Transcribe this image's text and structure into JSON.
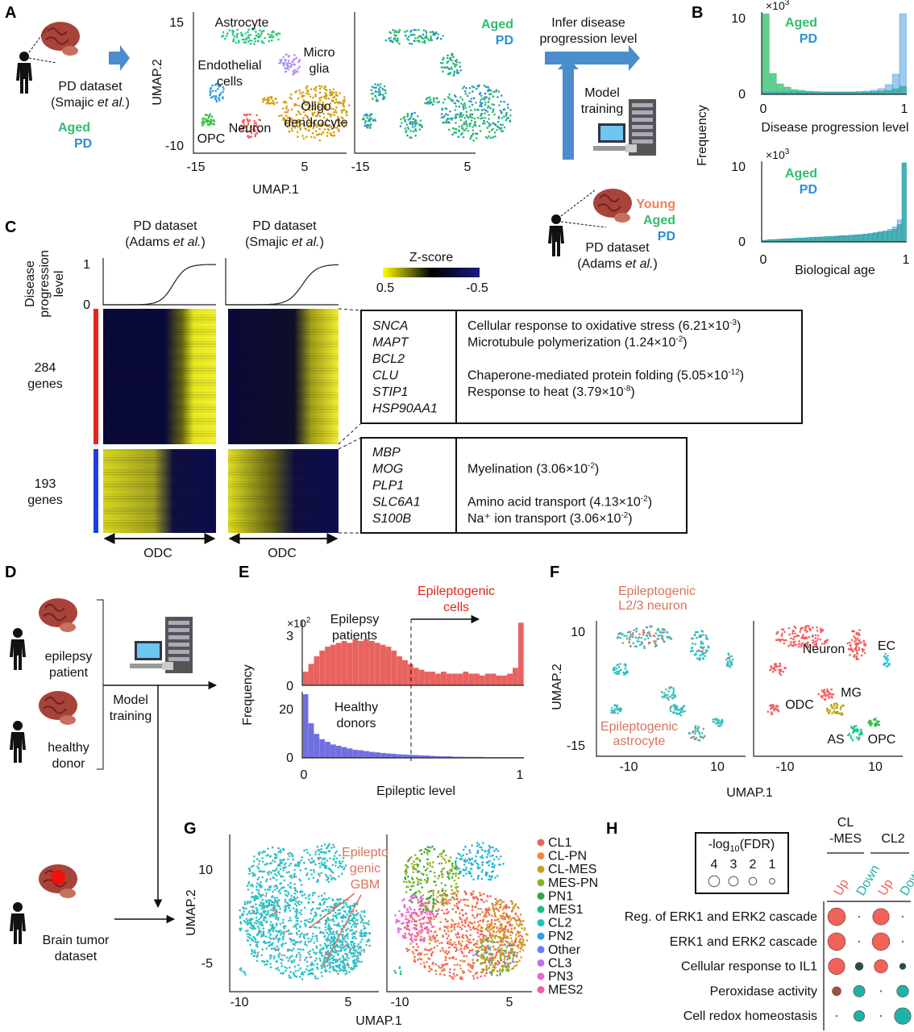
{
  "colors": {
    "aged": "#2dbe6c",
    "pd": "#2a8fd6",
    "young": "#f08060",
    "red": "#e8241c",
    "blue": "#1f3fe0",
    "up": "#f0625a",
    "down": "#1fb3a8",
    "epi": "#e8625e",
    "healthy": "#6f6fe0",
    "annot": "#d9735a"
  },
  "panels": {
    "a": "A",
    "b": "B",
    "c": "C",
    "d": "D",
    "e": "E",
    "f": "F",
    "g": "G",
    "h": "H"
  },
  "panel_a": {
    "dataset_line1": "PD dataset",
    "dataset_line2_pre": "(Smajic ",
    "dataset_line2_it": "et al.",
    "dataset_line2_post": ")",
    "aged": "Aged",
    "pd": "PD",
    "umap_y": "UMAP.2",
    "umap_x": "UMAP.1",
    "y_ticks": [
      "15",
      "-10"
    ],
    "x_ticks": [
      "-15",
      "5",
      "-15",
      "5"
    ],
    "clusters": [
      "Astrocyte",
      "Micro",
      "glia",
      "Endothelial",
      "cells",
      "Oligo",
      "dendrocyte",
      "Neuron",
      "OPC"
    ],
    "legend_aged": "Aged",
    "legend_pd": "PD",
    "infer_line1": "Infer disease",
    "infer_line2": "progression level",
    "model_line1": "Model",
    "model_line2": "training",
    "young": "Young",
    "aged2": "Aged",
    "pd2": "PD",
    "adams_line1": "PD dataset",
    "adams_pre": "(Adams ",
    "adams_it": "et al.",
    "adams_post": ")"
  },
  "panel_b": {
    "ylabel": "Frequency",
    "multiplier": "×10",
    "mult_exp": "3",
    "top": {
      "xlabel": "Disease progression level",
      "y_ticks": [
        "10",
        "0"
      ],
      "x_ticks": [
        "0",
        "1"
      ],
      "legend": [
        "Aged",
        "PD"
      ],
      "aged": [
        10,
        2.6,
        1.3,
        0.9,
        0.6,
        0.5,
        0.4,
        0.35,
        0.3,
        0.3,
        0.3,
        0.3,
        0.3,
        0.3,
        0.3,
        0.35,
        0.4,
        0.5,
        0.7,
        1.0
      ],
      "pd": [
        0.3,
        0.3,
        0.3,
        0.3,
        0.3,
        0.3,
        0.3,
        0.3,
        0.3,
        0.3,
        0.3,
        0.3,
        0.3,
        0.35,
        0.4,
        0.5,
        0.7,
        1.2,
        2.5,
        10
      ]
    },
    "bottom": {
      "xlabel": "Biological age",
      "y_ticks": [
        "10",
        "0"
      ],
      "x_ticks": [
        "0",
        "1"
      ],
      "legend": [
        "Aged",
        "PD"
      ],
      "aged": [
        0.2,
        0.3,
        0.3,
        0.35,
        0.4,
        0.4,
        0.45,
        0.5,
        0.5,
        0.55,
        0.6,
        0.6,
        0.65,
        0.7,
        0.7,
        0.75,
        0.8,
        0.8,
        0.85,
        0.9,
        0.9,
        1.0,
        1.0,
        1.1,
        1.2,
        1.3,
        1.4,
        1.6,
        2.2,
        10
      ],
      "pd": [
        0.2,
        0.25,
        0.3,
        0.3,
        0.35,
        0.4,
        0.4,
        0.45,
        0.5,
        0.5,
        0.55,
        0.6,
        0.6,
        0.65,
        0.7,
        0.7,
        0.75,
        0.8,
        0.85,
        0.9,
        0.95,
        1.0,
        1.1,
        1.2,
        1.3,
        1.4,
        1.6,
        1.9,
        2.8,
        10
      ]
    }
  },
  "panel_c": {
    "col1_line1": "PD dataset",
    "col1_pre": "(Adams ",
    "col1_it": "et al.",
    "col1_post": ")",
    "col2_line1": "PD dataset",
    "col2_pre": "(Smajic ",
    "col2_it": "et al.",
    "col2_post": ")",
    "ylabel": [
      "Disease",
      "progression",
      "level"
    ],
    "y_ticks": [
      "1",
      "0"
    ],
    "zscore": "Z-score",
    "z_ticks": [
      "0.5",
      "-0.5"
    ],
    "group1": [
      "284",
      "genes"
    ],
    "group2": [
      "193",
      "genes"
    ],
    "odc": "ODC",
    "table_up": {
      "genes": [
        "SNCA",
        "MAPT",
        "BCL2",
        "CLU",
        "STIP1",
        "HSP90AA1"
      ],
      "terms": [
        {
          "t": "Cellular response to oxidative stress (6.21×10",
          "e": "-3",
          "c": ")"
        },
        {
          "t": "Microtubule polymerization (1.24×10",
          "e": "-2",
          "c": ")"
        },
        {
          "t": "",
          "e": "",
          "c": ""
        },
        {
          "t": "Chaperone-mediated protein folding (5.05×10",
          "e": "-12",
          "c": ")"
        },
        {
          "t": "Response to heat (3.79×10",
          "e": "-8",
          "c": ")"
        }
      ]
    },
    "table_down": {
      "genes": [
        "MBP",
        "MOG",
        "PLP1",
        "SLC6A1",
        "S100B"
      ],
      "terms": [
        {
          "t": "",
          "e": "",
          "c": ""
        },
        {
          "t": "Myelination (3.06×10",
          "e": "-2",
          "c": ")"
        },
        {
          "t": "",
          "e": "",
          "c": ""
        },
        {
          "t": "Amino acid transport (4.13×10",
          "e": "-2",
          "c": ")"
        },
        {
          "t": "Na⁺ ion transport (3.06×10",
          "e": "-2",
          "c": ")"
        }
      ]
    }
  },
  "panel_d": {
    "epi": [
      "epilepsy",
      "patient"
    ],
    "healthy": [
      "healthy",
      "donor"
    ],
    "model": [
      "Model",
      "training"
    ],
    "tumor": [
      "Brain tumor",
      "dataset"
    ]
  },
  "panel_e": {
    "epi_cells": [
      "Epileptogenic",
      "cells"
    ],
    "epi_patients": [
      "Epilepsy",
      "patients"
    ],
    "healthy": [
      "Healthy",
      "donors"
    ],
    "ylabel": "Frequency",
    "xlabel": "Epileptic level",
    "multiplier": "×10",
    "mult_exp": "2",
    "top_ticks": [
      "3",
      "0"
    ],
    "bottom_ticks": [
      "20",
      "0"
    ],
    "x_ticks": [
      "0",
      "0.5",
      "1"
    ],
    "epilepsy": [
      0.7,
      1.1,
      1.5,
      1.8,
      2.0,
      2.1,
      2.2,
      2.3,
      2.2,
      2.4,
      2.3,
      2.4,
      2.3,
      2.2,
      2.1,
      2.0,
      1.8,
      1.5,
      1.3,
      1.1,
      0.9,
      0.8,
      0.7,
      0.7,
      0.6,
      0.7,
      0.6,
      0.6,
      0.6,
      0.7,
      0.6,
      0.6,
      0.5,
      0.6,
      0.6,
      0.5,
      0.5,
      0.6,
      0.9,
      3.6
    ],
    "healthy_values": [
      24,
      13,
      9,
      7,
      6,
      5,
      4.5,
      4,
      3.5,
      3,
      2.8,
      2.5,
      2.2,
      2,
      1.8,
      1.6,
      1.5,
      1.3,
      1.2,
      1.1,
      1,
      0.9,
      0.8,
      0.7,
      0.6,
      0.5,
      0.5,
      0.4,
      0.4,
      0.3,
      0.3,
      0.3,
      0.3,
      0.2,
      0.2,
      0.2,
      0.2,
      0.2,
      0.2,
      0.2
    ]
  },
  "panel_f": {
    "epi_neuron": [
      "Epileptogenic",
      "L2/3 neuron"
    ],
    "epi_astro": [
      "Epileptogenic",
      "astrocyte"
    ],
    "umap_y": "UMAP.2",
    "umap_x": "UMAP.1",
    "y_ticks": [
      "10",
      "-15"
    ],
    "x_ticks": [
      "-10",
      "10",
      "-10",
      "10"
    ],
    "clusters": [
      "Neuron",
      "EC",
      "ODC",
      "MG",
      "AS",
      "OPC"
    ]
  },
  "panel_g": {
    "annot": [
      "Epilepto",
      "genic",
      "GBM"
    ],
    "umap_y": "UMAP.2",
    "umap_x": "UMAP.1",
    "y_ticks": [
      "10",
      "-5"
    ],
    "x_ticks": [
      "-10",
      "5",
      "-10",
      "5"
    ],
    "legend": [
      {
        "l": "CL1",
        "c": "#f0625a"
      },
      {
        "l": "CL-PN",
        "c": "#f08a3c"
      },
      {
        "l": "CL-MES",
        "c": "#c8a020"
      },
      {
        "l": "MES-PN",
        "c": "#8fb020"
      },
      {
        "l": "PN1",
        "c": "#2aa84a"
      },
      {
        "l": "MES1",
        "c": "#20b890"
      },
      {
        "l": "CL2",
        "c": "#20c0c8"
      },
      {
        "l": "PN2",
        "c": "#30a0e8"
      },
      {
        "l": "Other",
        "c": "#6a80f0"
      },
      {
        "l": "CL3",
        "c": "#c070e8"
      },
      {
        "l": "PN3",
        "c": "#e868d8"
      },
      {
        "l": "MES2",
        "c": "#f060a0"
      }
    ]
  },
  "panel_h": {
    "legend_title_pre": "-log",
    "legend_title_sub": "10",
    "legend_title_post": "(FDR)",
    "legend_values": [
      "4",
      "3",
      "2",
      "1"
    ],
    "groups": [
      "CL",
      "-MES",
      "CL2"
    ],
    "directions": [
      "Up",
      "Down",
      "Up",
      "Down"
    ],
    "rows": [
      "Reg. of ERK1 and ERK2 cascade",
      "ERK1 and ERK2 cascade",
      "Cellular response to IL1",
      "Peroxidase activity",
      "Cell redox homeostasis"
    ],
    "values": [
      [
        4,
        0.3,
        3.5,
        0.3
      ],
      [
        4,
        0.3,
        4,
        0.3
      ],
      [
        3.5,
        0.8,
        2.3,
        0.5
      ],
      [
        1,
        1.7,
        0.3,
        1.8
      ],
      [
        0.3,
        1.5,
        0.3,
        3.5
      ]
    ]
  }
}
